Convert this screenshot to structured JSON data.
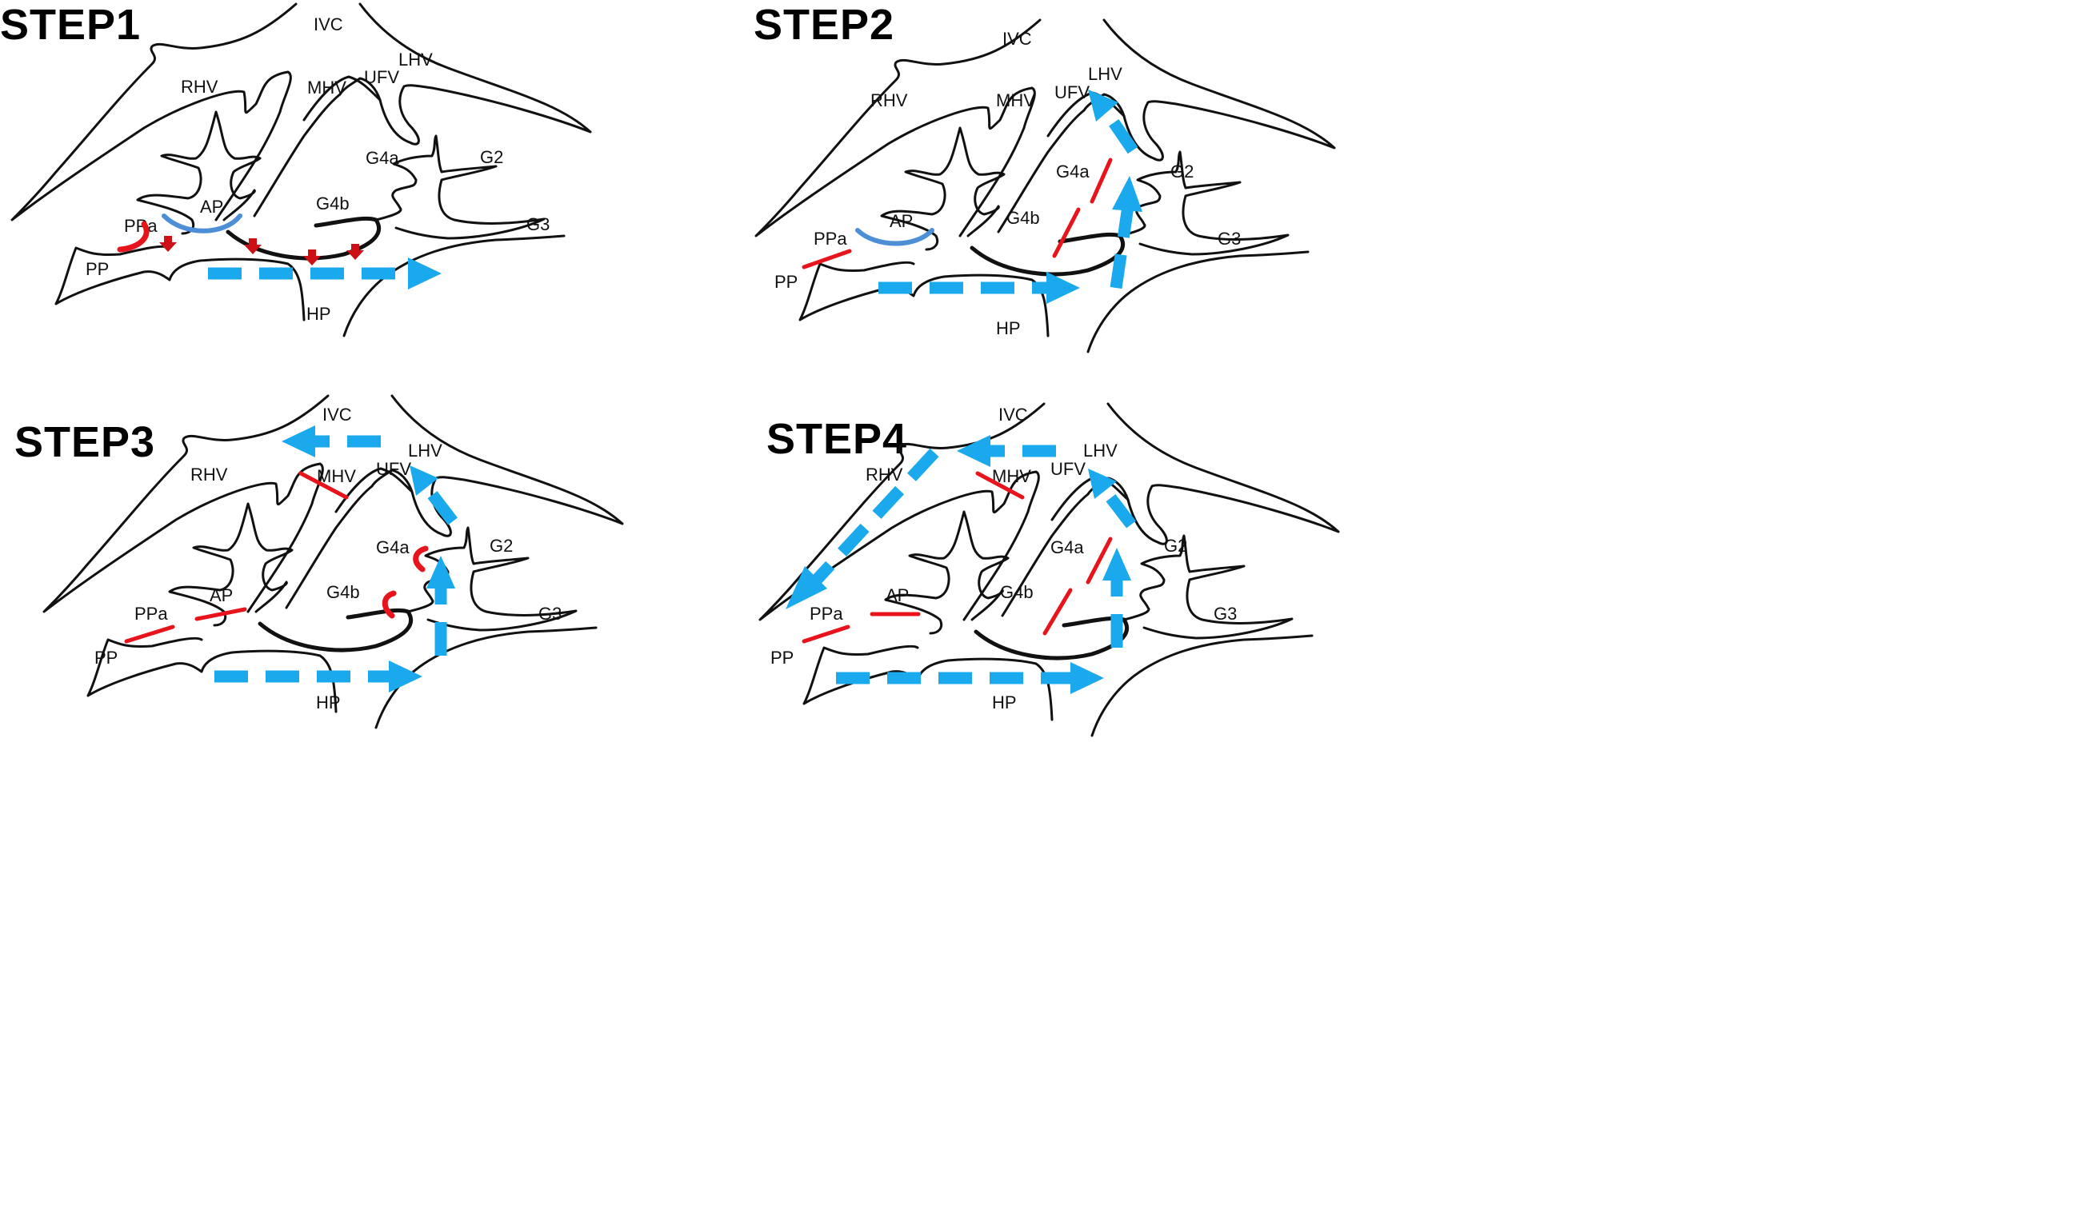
{
  "steps": [
    {
      "title": "STEP1"
    },
    {
      "title": "STEP2"
    },
    {
      "title": "STEP3"
    },
    {
      "title": "STEP4"
    }
  ],
  "labels": {
    "ivc": "IVC",
    "rhv": "RHV",
    "mhv": "MHV",
    "lhv": "LHV",
    "ufv": "UFV",
    "ap": "AP",
    "pp": "PP",
    "ppa": "PPa",
    "hp": "HP",
    "g2": "G2",
    "g3": "G3",
    "g4a": "G4a",
    "g4b": "G4b"
  },
  "colors": {
    "flow": "#1aa9ec",
    "cut": "#e8141c",
    "clamp_blue": "#4d8fd6",
    "outline": "#111111"
  }
}
